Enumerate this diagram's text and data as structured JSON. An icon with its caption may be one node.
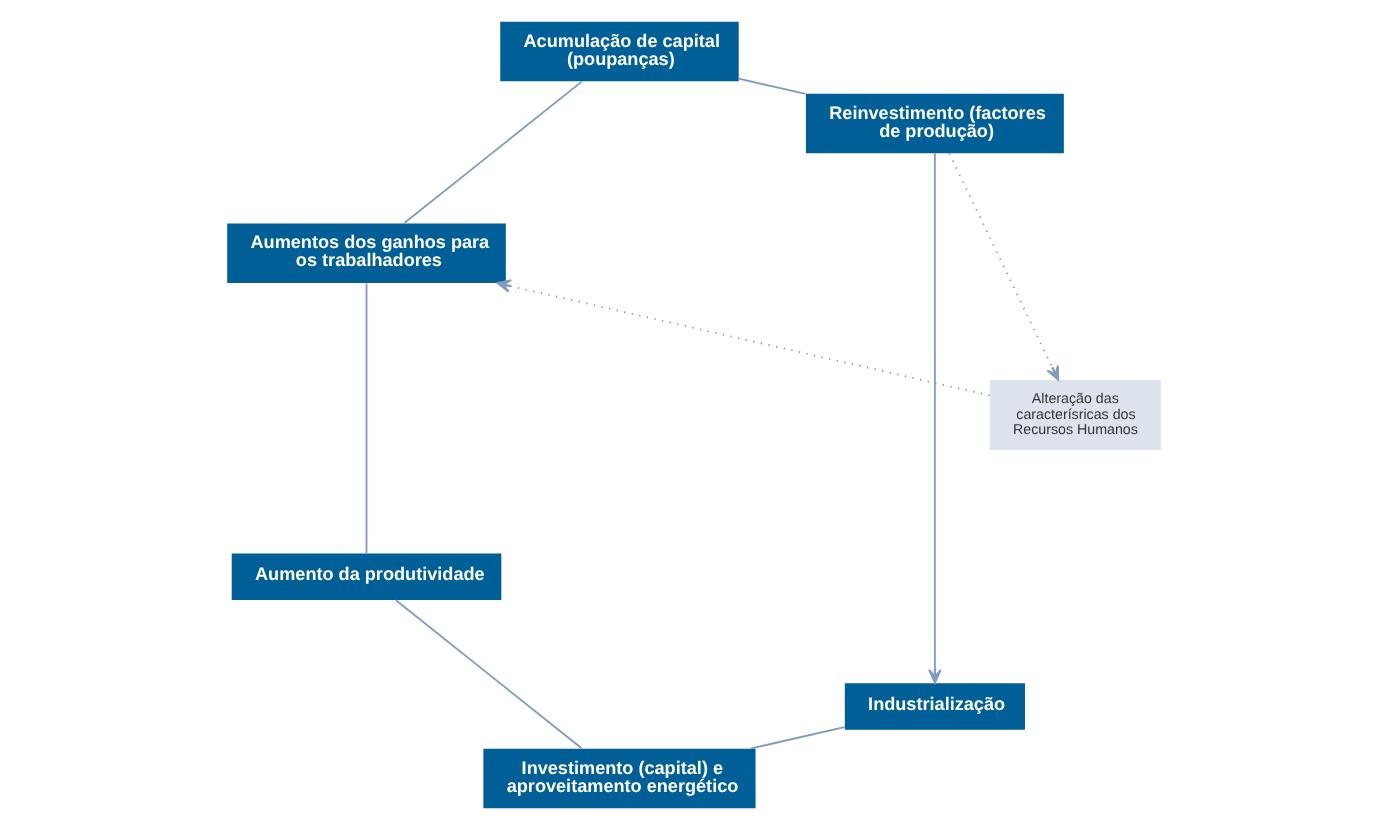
{
  "diagram": {
    "nodes": [
      {
        "text": [
          "Industrialização"
        ]
      },
      {
        "text": [
          "Investimento (capital) e aproveitamento energético"
        ]
      },
      {
        "text": [
          "Aumento da produtividade"
        ]
      },
      {
        "text": [
          "Alteração das caracterísricas dos Recursos Humanos"
        ]
      },
      {
        "text": [
          "Aumentos dos ganhos para os trabalhadores"
        ]
      },
      {
        "text": [
          "Acumulação de capital (poupanças)"
        ]
      },
      {
        "text": [
          "Reinvestimento (factores de produção)"
        ]
      }
    ],
    "edges": [
      {
        "from": 0,
        "to": 1,
        "arrow": "none"
      },
      {
        "from": 1,
        "to": 2,
        "arrow": "none"
      },
      {
        "from": 2,
        "to": 4,
        "arrow": "none"
      },
      {
        "from": 4,
        "to": 5,
        "arrow": "none"
      },
      {
        "from": 5,
        "to": 6,
        "arrow": "none"
      },
      {
        "from": 6,
        "to": 0,
        "arrow": "to"
      },
      {
        "from": 6,
        "to": 3,
        "arrow": "to",
        "style": "dashed"
      },
      {
        "from": 3,
        "to": 4,
        "arrow": "to",
        "style": "dashed"
      }
    ]
  }
}
